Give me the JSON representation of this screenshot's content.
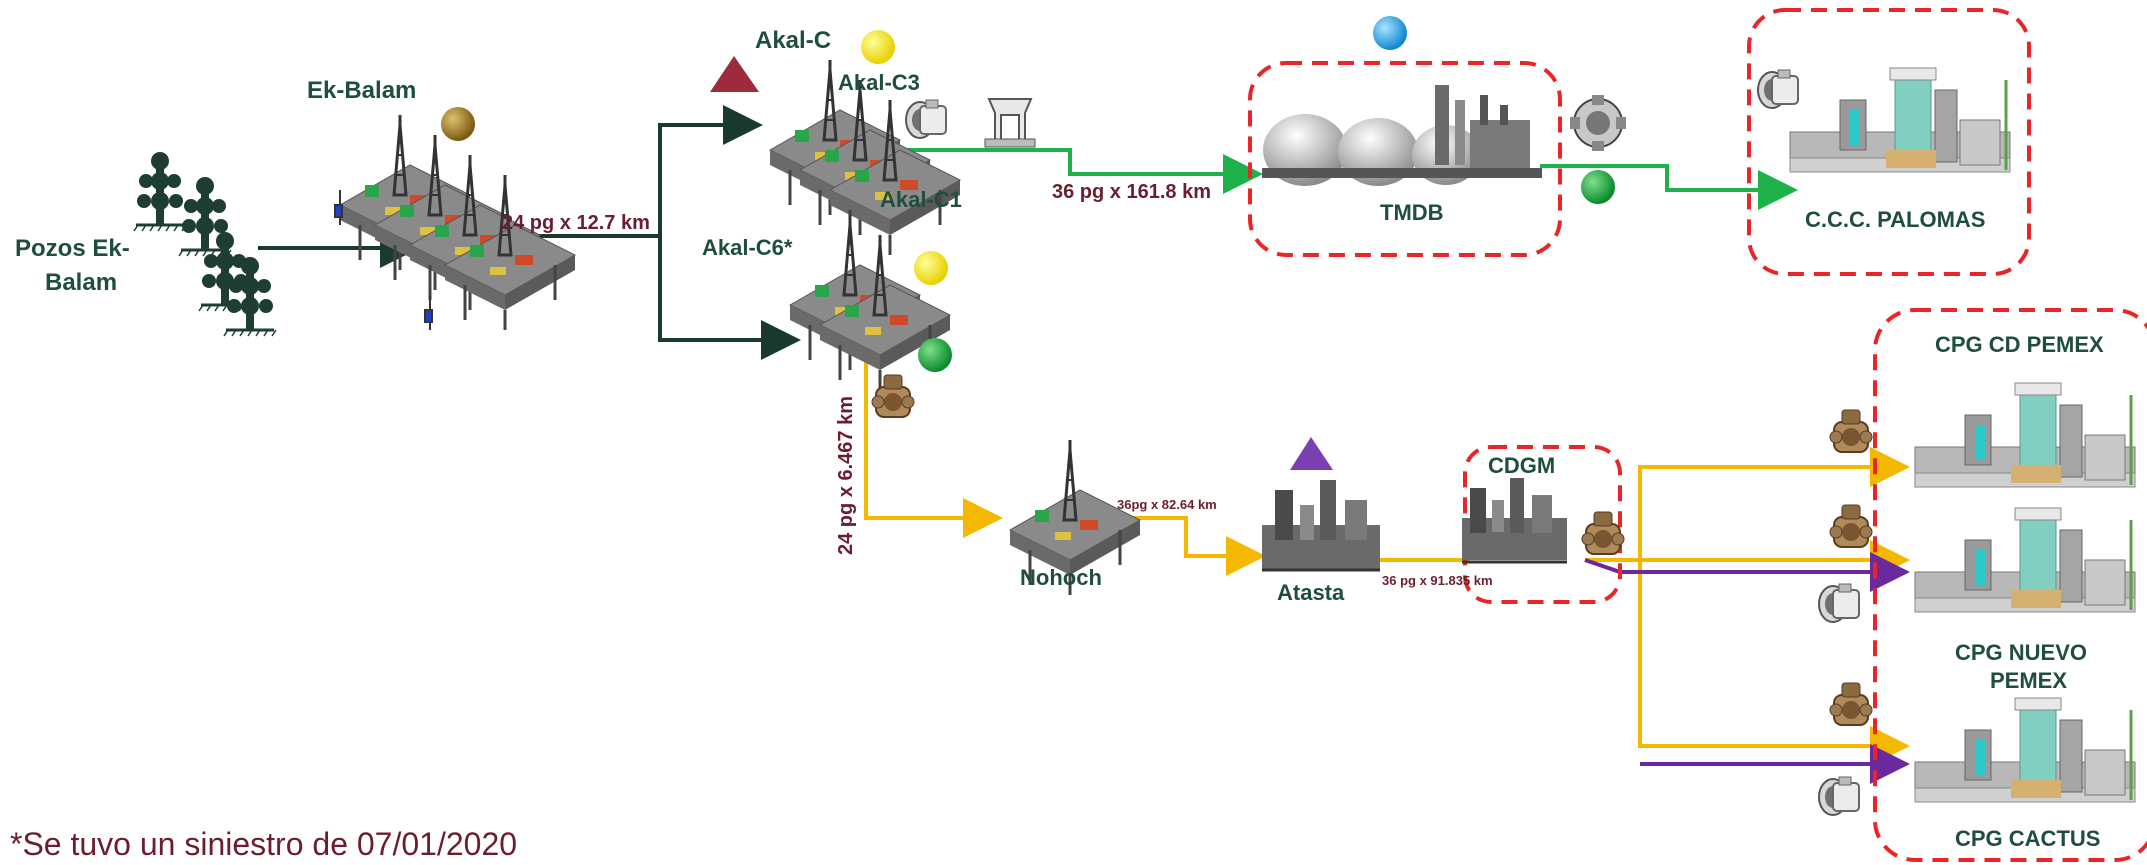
{
  "nodes": {
    "pozos": {
      "line1": "Pozos Ek-",
      "line2": "Balam"
    },
    "ek_balam": "Ek-Balam",
    "akal_c": "Akal-C",
    "akal_c3": "Akal-C3",
    "akal_c1": "Akal-C1",
    "akal_c6": "Akal-C6*",
    "nohoch": "Nohoch",
    "atasta": "Atasta",
    "cdgm": "CDGM",
    "tmdb": "TMDB",
    "palomas": "C.C.C. PALOMAS",
    "cpg_cd": "CPG CD PEMEX",
    "cpg_nuevo": {
      "line1": "CPG NUEVO",
      "line2": "PEMEX"
    },
    "cpg_cactus": "CPG CACTUS"
  },
  "pipelines": {
    "ek_to_akal": "24 pg x 12.7 km",
    "akal_to_tmdb": "36 pg x 161.8 km",
    "akal_to_nohoch": "24 pg x  6.467 km",
    "nohoch_to_atasta": "36pg x 82.64 km",
    "atasta_to_cdgm": "36 pg x 91.835 km"
  },
  "colors": {
    "dark_line": "#1a3a30",
    "gas_line": "#1fb24a",
    "oil_line": "#f5b800",
    "purple_line": "#6a2a9e",
    "dashed_box": "#e8262a",
    "triangle_red": "#9e2a3e",
    "triangle_purple": "#7a3fb0"
  },
  "footnote": "*Se tuvo un siniestro de 07/01/2020"
}
